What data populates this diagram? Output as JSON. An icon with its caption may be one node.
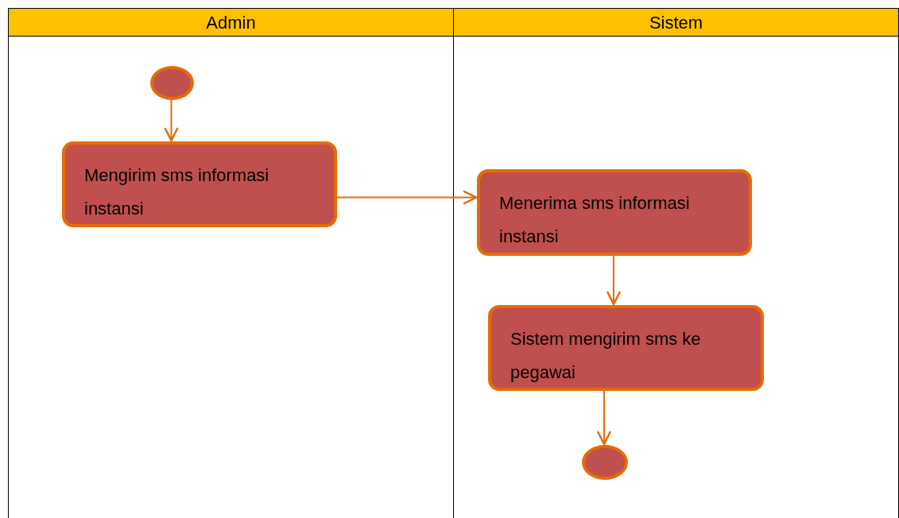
{
  "diagram": {
    "nodes": [
      {
        "text": [
          "Admin"
        ]
      },
      {
        "text": [
          "Sistem"
        ]
      },
      {
        "text": [],
        "shape": "circle",
        "in": 0
      },
      {
        "text": [
          "Mengirim sms informasi instansi"
        ],
        "in": 0
      },
      {
        "text": [
          "Menerima sms informasi instansi"
        ],
        "in": 1
      },
      {
        "text": [
          "Sistem mengirim sms ke pegawai"
        ],
        "in": 1
      },
      {
        "text": [],
        "shape": "circle",
        "in": 1
      }
    ],
    "edges": [
      {
        "from": 2,
        "to": 3,
        "arrow": "to"
      },
      {
        "from": 3,
        "to": 4,
        "arrow": "to"
      },
      {
        "from": 4,
        "to": 5,
        "arrow": "to"
      },
      {
        "from": 5,
        "to": 6,
        "arrow": "to"
      }
    ]
  }
}
